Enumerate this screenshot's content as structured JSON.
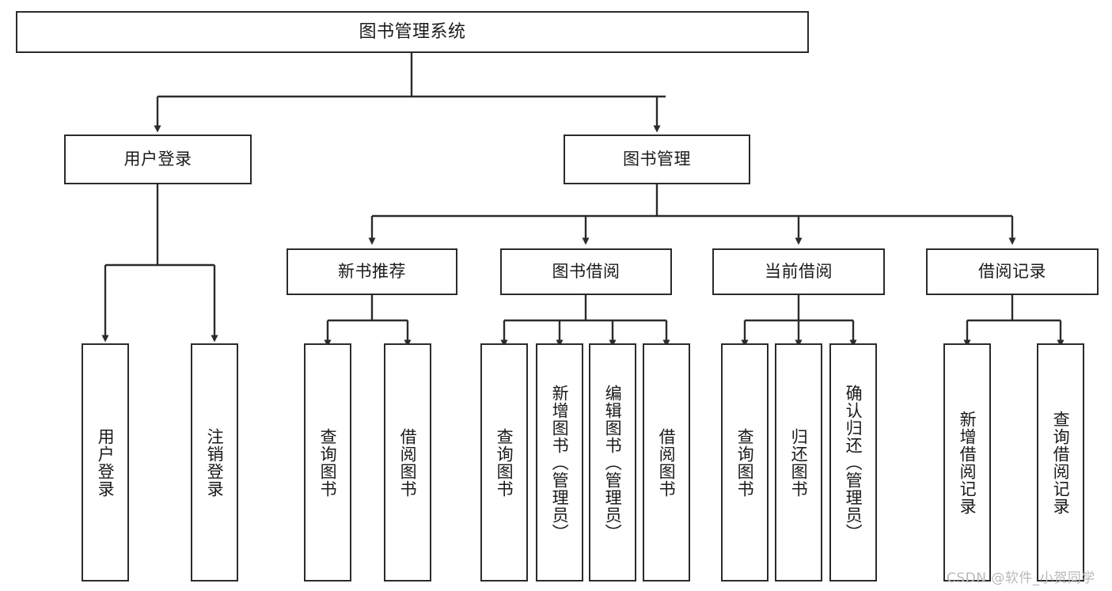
{
  "diagram": {
    "title": "图书管理系统",
    "style": {
      "box_border_color": "#2b2b2b",
      "box_fill_color": "#ffffff",
      "connector_color": "#2b2b2b",
      "text_color": "#1a1a1a",
      "background_color": "#ffffff",
      "watermark_color": "#b9b9b9"
    },
    "root": {
      "label": "图书管理系统"
    },
    "level2": [
      {
        "label": "用户登录"
      },
      {
        "label": "图书管理"
      }
    ],
    "level3": [
      {
        "label": "新书推荐"
      },
      {
        "label": "图书借阅"
      },
      {
        "label": "当前借阅"
      },
      {
        "label": "借阅记录"
      }
    ],
    "leaves": {
      "user_login": [
        {
          "label": "用户登录"
        },
        {
          "label": "注销登录"
        }
      ],
      "new_book_recommend": [
        {
          "label": "查询图书"
        },
        {
          "label": "借阅图书"
        }
      ],
      "book_borrow": [
        {
          "label": "查询图书"
        },
        {
          "label": "新增图书（管理员）"
        },
        {
          "label": "编辑图书（管理员）"
        },
        {
          "label": "借阅图书"
        }
      ],
      "current_borrow": [
        {
          "label": "查询图书"
        },
        {
          "label": "归还图书"
        },
        {
          "label": "确认归还（管理员）"
        }
      ],
      "borrow_record": [
        {
          "label": "新增借阅记录"
        },
        {
          "label": "查询借阅记录"
        }
      ]
    }
  },
  "watermark": {
    "text": "CSDN @软件_小贺同学"
  }
}
